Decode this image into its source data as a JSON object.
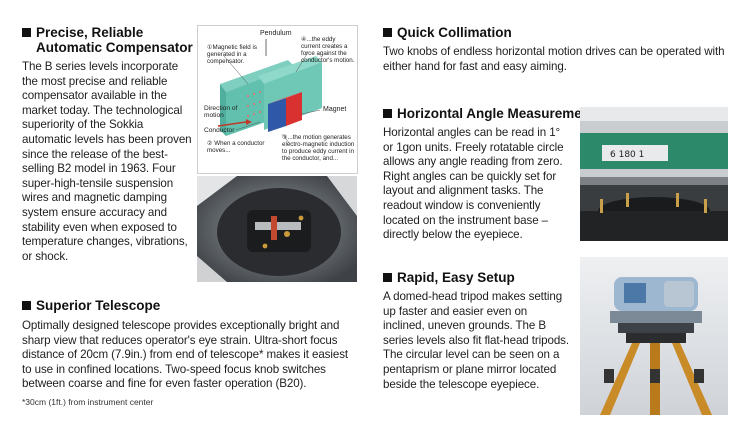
{
  "compensator": {
    "heading_line1": "Precise, Reliable",
    "heading_line2": "Automatic Compensator",
    "body": "The B series levels incorporate the most precise and reliable compensator available in the market today. The technological superiority of the Sokkia automatic levels has been proven since the release of the best-selling B2 model in 1963. Four super-high-tensile suspension wires and magnetic damping system ensure accuracy and stability even when exposed to temperature changes, vibrations, or shock."
  },
  "diagram": {
    "pendulum": "Pendulum",
    "label1": "①Magnetic field is generated in a compensator.",
    "label4": "④...the eddy current creates a force against the conductor's motion.",
    "direction": "Direction of motion",
    "magnet": "Magnet",
    "conductor": "Conductor",
    "label2": "② When a conductor moves...",
    "label3": "③...the motion generates electro-magnetic induction to produce eddy current in the conductor, and..."
  },
  "telescope": {
    "heading": "Superior Telescope",
    "body": "Optimally designed telescope provides exceptionally bright and sharp view that reduces operator's eye strain. Ultra-short focus distance of 20cm (7.9in.) from end of telescope* makes it easiest to use in confined locations. Two-speed focus knob switches between coarse and fine for even faster operation (B20).",
    "footnote": "*30cm (1ft.) from instrument center"
  },
  "collimation": {
    "heading": "Quick Collimation",
    "body": "Two knobs of endless horizontal motion drives can be operated with either hand for fast and easy aiming."
  },
  "angle": {
    "heading": "Horizontal Angle Measurement",
    "body": "Horizontal angles can be read in 1° or 1gon units. Freely rotatable circle allows any angle reading from zero. Right angles can be quickly set for layout and alignment tasks. The readout window is conveniently located on the instrument base – directly below the eyepiece.",
    "readout": "180"
  },
  "setup": {
    "heading": "Rapid, Easy Setup",
    "body": "A domed-head tripod makes setting up faster and easier even on inclined, uneven grounds. The B series levels also fit flat-head tripods. The circular level can be seen on a pentaprism or plane mirror located beside the telescope eyepiece."
  }
}
